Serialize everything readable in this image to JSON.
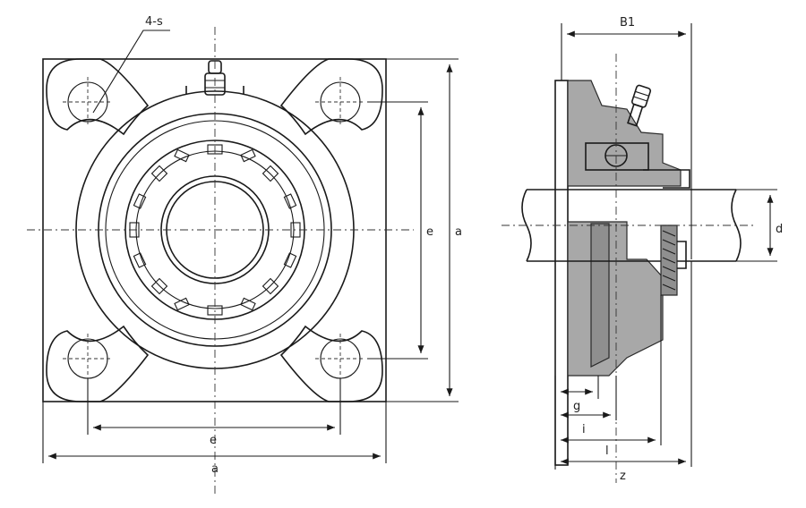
{
  "labels": {
    "holes": "4-s",
    "B1": "B1",
    "d": "d",
    "e_vertical": "e",
    "a_vertical": "a",
    "e_horizontal": "e",
    "a_horizontal": "a",
    "g": "g",
    "i": "i",
    "l": "l",
    "z": "z"
  }
}
